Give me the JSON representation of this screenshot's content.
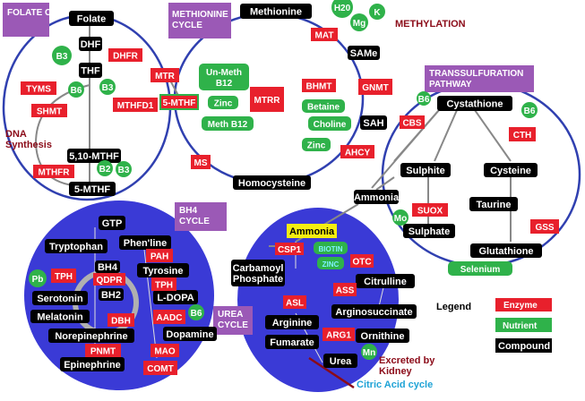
{
  "cycles": {
    "folate": "FOLATE CYCLE",
    "methionine": "METHIONINE CYCLE",
    "transsulfuration": "TRANSSULFURATION PATHWAY",
    "bh4": "BH4 CYCLE",
    "urea": "UREA CYCLE"
  },
  "compounds": {
    "folate": "Folate",
    "dhf": "DHF",
    "thf": "THF",
    "methylene_thf": "5,10-MTHF",
    "mthf": "5-MTHF",
    "methionine": "Methionine",
    "same": "SAMe",
    "sah": "SAH",
    "homocysteine": "Homocysteine",
    "cystathione": "Cystathione",
    "sulphite": "Sulphite",
    "cysteine": "Cysteine",
    "taurine": "Taurine",
    "ammonia_tp": "Ammonia",
    "sulphate": "Sulphate",
    "glutathione": "Glutathione",
    "gtp": "GTP",
    "phenline": "Phen'line",
    "tryptophan": "Tryptophan",
    "bh4": "BH4",
    "bh2": "BH2",
    "tyrosine": "Tyrosine",
    "ldopa": "L-DOPA",
    "serotonin": "Serotonin",
    "melatonin": "Melatonin",
    "dopamine": "Dopamine",
    "norepinephrine": "Norepinephrine",
    "epinephrine": "Epinephrine",
    "ammonia_urea": "Ammonia",
    "carbamoyl": "Carbamoyl\nPhosphate",
    "citrulline": "Citrulline",
    "argininosuccinate": "Arginosuccinate",
    "arginine": "Arginine",
    "ornithine": "Ornithine",
    "fumarate": "Fumarate",
    "urea": "Urea"
  },
  "enzymes": {
    "dhfr": "DHFR",
    "tyms": "TYMS",
    "shmt": "SHMT",
    "mthfd1": "MTHFD1",
    "mthfr": "MTHFR",
    "mtr": "MTR",
    "five_mthf": "5-MTHF",
    "mtrr": "MTRR",
    "mat": "MAT",
    "bhmt": "BHMT",
    "gnmt": "GNMT",
    "ahcy": "AHCY",
    "ms": "MS",
    "cbs": "CBS",
    "cth": "CTH",
    "suox": "SUOX",
    "gss": "GSS",
    "pah": "PAH",
    "tph_left": "TPH",
    "tph_right": "TPH",
    "qdpr": "QDPR",
    "aadc": "AADC",
    "dbh": "DBH",
    "pnmt": "PNMT",
    "mao": "MAO",
    "comt": "COMT",
    "csp1": "CSP1",
    "otc": "OTC",
    "asl": "ASL",
    "ass": "ASS",
    "arg1": "ARG1"
  },
  "nutrients": {
    "b3_folate": "B3",
    "b6_folate": "B6",
    "b3_thf": "B3",
    "b2": "B2",
    "b3_lower": "B3",
    "unmeth_b12": "Un-Meth\nB12",
    "zinc_meth": "Zinc",
    "meth_b12": "Meth B12",
    "h2o": "H20",
    "mg": "Mg",
    "k": "K",
    "betaine": "Betaine",
    "choline": "Choline",
    "zinc_mid": "Zinc",
    "b6_cbs": "B6",
    "b6_cth": "B6",
    "mo": "Mo",
    "selenium": "Selenium",
    "pb": "Pb",
    "b6_bh4": "B6",
    "biotin": "BIOTIN",
    "zinc_urea": "ZINC",
    "mn": "Mn"
  },
  "labels": {
    "methylation": "METHYLATION",
    "dna_synthesis": "DNA\nSynthesis",
    "excreted": "Excreted by\nKidney",
    "citric": "Citric Acid cycle"
  },
  "legend": {
    "title": "Legend",
    "enzyme": "Enzyme",
    "nutrient": "Nutrient",
    "compound": "Compound"
  },
  "colors": {
    "cycle_purple": "#9b59b6",
    "ring_blue": "#3040b0",
    "fill_blue": "#3a3ad6",
    "enzyme_red": "#e8202c",
    "nutrient_green": "#2fb24a",
    "compound_black": "#000000",
    "dark_red": "#8b0b18",
    "ammonia_yellow": "#f5ee10"
  }
}
